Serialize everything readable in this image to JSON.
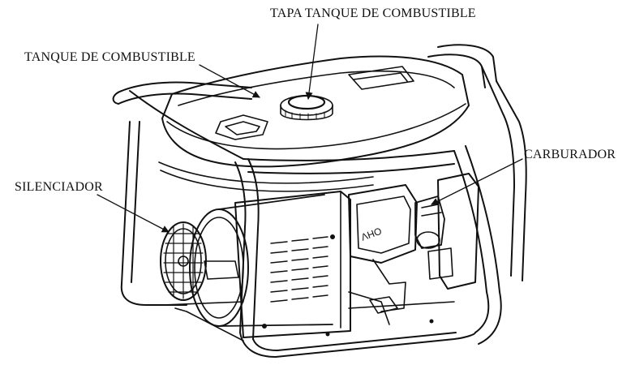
{
  "labels": {
    "fuel_cap": "TAPA TANQUE DE COMBUSTIBLE",
    "fuel_tank": "TANQUE DE COMBUSTIBLE",
    "carburetor": "CARBURADOR",
    "muffler": "SILENCIADOR"
  },
  "engine_badge": "OHV",
  "colors": {
    "line": "#111111",
    "background": "#ffffff"
  }
}
